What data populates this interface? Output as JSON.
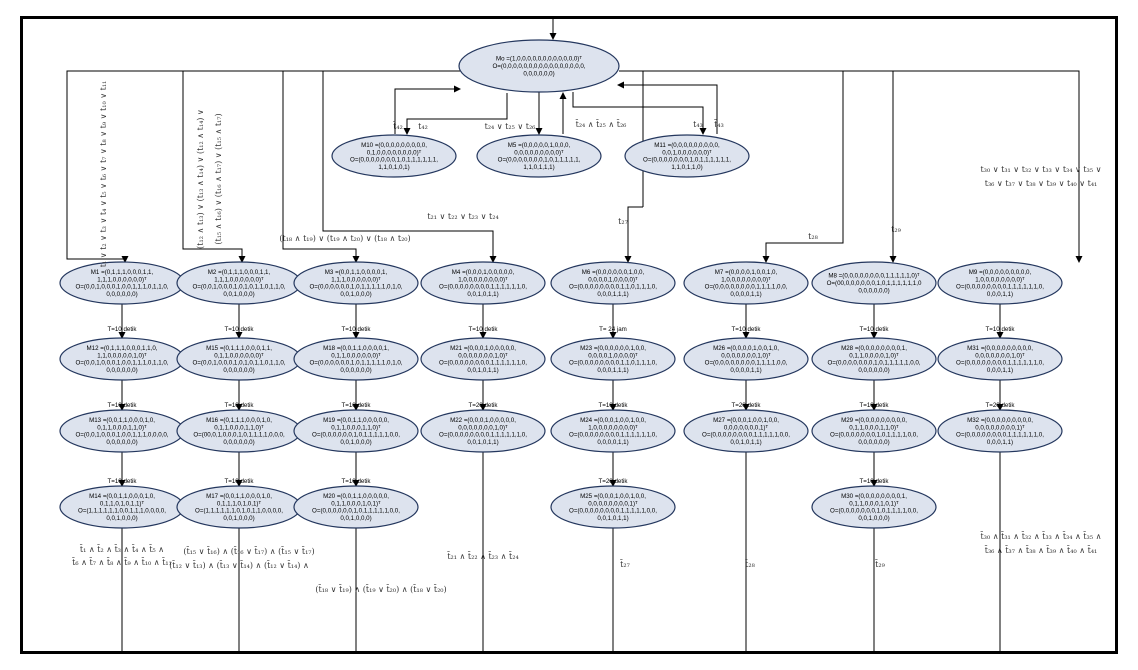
{
  "nodes": [
    {
      "id": "Mo",
      "lines": [
        "Mo =(1,0,0,0,0,0,0,0,0,0,0,0,0)ᵀ",
        "O=(0,0,0,0,0,0,0,0,0,0,0,0,0,0,0,0,",
        "0,0,0,0,0,0)"
      ]
    },
    {
      "id": "M10",
      "lines": [
        "M10 =(0,0,0,0,0,0,0,0,0,",
        "0,1,0,0,0,0,0,0,0,0)ᵀ",
        "O=(0,0,0,0,0,0,0,1,0,1,1,1,1,1,1,",
        "1,1,0,1,0,1)"
      ]
    },
    {
      "id": "M5",
      "lines": [
        "M5 =(0,0,0,0,0,1,0,0,0,",
        "0,0,0,0,0,0,0,0,0)ᵀ",
        "O=(0,0,0,0,0,0,0,1,0,1,1,1,1,1,",
        "1,1,0,1,1,1)"
      ]
    },
    {
      "id": "M11",
      "lines": [
        "M11 =(0,0,0,0,0,0,0,0,0,",
        "0,0,1,0,0,0,0,0,0)ᵀ",
        "O=(0,0,0,0,0,0,0,1,0,1,1,1,1,1,1,",
        "1,1,0,1,1,0)"
      ]
    },
    {
      "id": "M1",
      "lines": [
        "M1 =(0,1,1,1,0,0,0,1,1,",
        "1,1,1,0,0,0,0,0,0)ᵀ",
        "O=(0,0,1,0,0,0,1,0,0,1,1,1,0,1,1,0,",
        "0,0,0,0,0,0)"
      ]
    },
    {
      "id": "M2",
      "lines": [
        "M2 =(0,1,1,1,0,0,0,1,1,",
        "1,1,1,0,0,0,0,0,0)ᵀ",
        "O=(0,0,1,0,0,0,1,0,1,0,1,1,0,1,1,0,",
        "0,0,1,0,0,0)"
      ]
    },
    {
      "id": "M3",
      "lines": [
        "M3 =(0,0,1,1,0,0,0,0,1,",
        "1,1,1,0,0,0,0,0,0)ᵀ",
        "O=(0,0,0,0,0,0,1,0,1,1,1,1,1,0,1,0,",
        "0,0,1,0,0,0)"
      ]
    },
    {
      "id": "M4",
      "lines": [
        "M4 =(0,0,0,1,0,0,0,0,0,",
        "1,0,0,0,0,0,0,0,0)ᵀ",
        "O=(0,0,0,0,0,0,0,0,1,1,1,1,1,1,0,",
        "0,0,1,0,1,1)"
      ]
    },
    {
      "id": "M6",
      "lines": [
        "M6 =(0,0,0,0,0,0,1,0,0,",
        "0,0,0,0,1,0,0,0,0)ᵀ",
        "O=(0,0,0,0,0,0,0,0,1,1,0,1,1,1,0,",
        "0,0,0,1,1,1)"
      ]
    },
    {
      "id": "M7",
      "lines": [
        "M7 =(0,0,0,0,1,0,0,1,0,",
        "1,0,0,0,0,0,0,0,0)ᵀ",
        "O=(0,0,0,0,0,0,0,0,1,1,1,1,0,0,",
        "0,0,0,0,1,1)"
      ]
    },
    {
      "id": "M8",
      "lines": [
        "M8 =(0,0,0,0,0,0,0,0,1,1,1,1,1,0)ᵀ",
        "O=(00,0,0,0,0,0,0,1,0,1,1,1,1,1,1,0",
        "0,0,0,0,0,0)"
      ]
    },
    {
      "id": "M9",
      "lines": [
        "M9 =(0,0,0,0,0,0,0,0,0,",
        "1,0,0,0,0,0,0,0,0)ᵀ",
        "O=(0,0,0,0,0,0,0,0,1,1,1,1,1,1,0,",
        "0,0,0,1,1)"
      ]
    },
    {
      "id": "M12",
      "lines": [
        "M12 =(0,1,1,1,0,0,0,1,1,0,",
        "1,1,0,0,0,0,0,1,0)ᵀ",
        "O=(0,0,1,0,0,0,1,0,0,1,1,1,0,1,1,0,",
        "0,0,0,0,0,0)"
      ]
    },
    {
      "id": "M15",
      "lines": [
        "M15 =(0,1,1,1,0,0,0,1,1,",
        "0,1,1,0,0,0,0,0,0)ᵀ",
        "O=(0,0,1,0,0,0,1,0,1,0,1,1,0,1,1,0,",
        "0,0,0,0,0,0)"
      ]
    },
    {
      "id": "M18",
      "lines": [
        "M18 =(0,0,1,1,0,0,0,0,1,",
        "0,1,1,0,0,0,0,0,0)ᵀ",
        "O=(0,0,0,0,0,0,1,0,1,1,1,1,1,0,1,0,",
        "0,0,0,0,0,0)"
      ]
    },
    {
      "id": "M21",
      "lines": [
        "M21 =(0,0,0,1,0,0,0,0,0,",
        "0,0,0,0,0,0,0,1,0)ᵀ",
        "O=(0,0,0,0,0,0,0,0,1,1,1,1,1,1,0,",
        "0,0,1,0,1,1)"
      ]
    },
    {
      "id": "M23",
      "lines": [
        "M23 =(0,0,0,0,0,0,1,0,0,",
        "0,0,0,0,1,0,0,0,0)ᵀ",
        "O=(0,0,0,0,0,0,0,0,1,1,0,1,1,1,0,",
        "0,0,0,1,1,1)"
      ]
    },
    {
      "id": "M26",
      "lines": [
        "M26 =(0,0,0,0,1,0,0,1,0,",
        "0,0,0,0,0,0,0,1,0)ᵀ",
        "O=(0,0,0,0,0,0,0,0,1,1,1,1,0,0,",
        "0,0,0,0,1,1)"
      ]
    },
    {
      "id": "M28",
      "lines": [
        "M28 =(0,0,0,0,0,0,0,0,1,",
        "0,1,1,0,0,0,0,1,0)ᵀ",
        "O=(0,0,0,0,0,0,0,1,0,1,1,1,1,1,0,0,",
        "0,0,0,0,0,0)"
      ]
    },
    {
      "id": "M31",
      "lines": [
        "M31 =(0,0,0,0,0,0,0,0,0,",
        "0,0,0,0,0,0,0,1,0)ᵀ",
        "O=(0,0,0,0,0,0,0,0,1,1,1,1,1,1,0,",
        "0,0,0,1,1)"
      ]
    },
    {
      "id": "M13",
      "lines": [
        "M13 =(0,0,1,1,0,0,0,1,0,",
        "0,1,1,0,0,0,1,1,0)ᵀ",
        "O=(0,0,1,0,0,0,1,0,0,1,1,1,0,0,0,0,",
        "0,0,0,0,0,0)"
      ]
    },
    {
      "id": "M16",
      "lines": [
        "M16 =(0,1,1,1,0,0,0,1,0,",
        "0,1,1,0,0,0,1,1,0)ᵀ",
        "O=(00,0,1,0,0,0,1,0,1,1,1,1,0,0,0,",
        "0,0,0,0,0,0)"
      ]
    },
    {
      "id": "M19",
      "lines": [
        "M19 =(0,0,1,1,0,0,0,0,0,",
        "0,1,1,0,0,0,1,1,0)ᵀ",
        "O=(0,0,0,0,0,0,1,0,1,1,1,1,1,0,0,",
        "0,0,1,0,0,0)"
      ]
    },
    {
      "id": "M22",
      "lines": [
        "M22 =(0,0,0,1,0,0,0,0,0,",
        "0,0,0,0,0,0,0,1,0)ᵀ",
        "O=(0,0,0,0,0,0,0,0,1,1,1,1,1,1,0,",
        "0,0,1,0,1,1)"
      ]
    },
    {
      "id": "M24",
      "lines": [
        "M24 =(0,0,0,1,0,0,1,0,0,",
        "1,0,0,0,0,0,0,0,0)ᵀ",
        "O=(0,0,0,0,0,0,0,0,1,1,1,1,1,1,0,",
        "0,0,0,0,1,1)"
      ]
    },
    {
      "id": "M27",
      "lines": [
        "M27 =(0,0,0,1,0,0,1,0,0,",
        "0,0,0,0,0,0,0,1)ᵀ",
        "O=(0,0,0,0,0,0,0,0,1,1,1,1,1,0,0,",
        "0,0,1,0,1,1)"
      ]
    },
    {
      "id": "M29",
      "lines": [
        "M29 =(0,0,0,0,0,0,0,0,0,",
        "0,1,1,0,0,0,1,1,0)ᵀ",
        "O=(0,0,0,0,0,0,0,1,0,1,1,1,1,0,0,",
        "0,0,0,0,0,0)"
      ]
    },
    {
      "id": "M32",
      "lines": [
        "M32 =(0,0,0,0,0,0,0,0,0,",
        "0,0,0,0,0,0,0,0,1)ᵀ",
        "O=(0,0,0,0,0,0,0,0,1,1,1,1,1,1,0,",
        "0,0,0,1,1)"
      ]
    },
    {
      "id": "M14",
      "lines": [
        "M14 =(0,0,1,1,0,0,0,1,0,",
        "0,1,1,0,1,0,1,1)ᵀ",
        "O=(1,1,1,1,1,1,0,0,1,1,1,0,0,0,0,",
        "0,0,1,0,0,0)"
      ]
    },
    {
      "id": "M17",
      "lines": [
        "M17 =(0,0,1,1,0,0,0,1,0,",
        "0,1,1,1,0,1,0,1)ᵀ",
        "O=(1,1,1,1,1,1,0,1,0,1,1,0,0,0,0,",
        "0,0,1,0,0,0)"
      ]
    },
    {
      "id": "M20",
      "lines": [
        "M20 =(0,0,1,1,0,0,0,0,0,",
        "0,1,1,0,0,0,1,0,1)ᵀ",
        "O=(0,0,0,0,0,0,1,0,1,1,1,1,1,0,0,",
        "0,0,1,0,0,0)"
      ]
    },
    {
      "id": "M25",
      "lines": [
        "M25 =(0,0,0,1,0,0,1,0,0,",
        "0,0,0,0,0,0,0,0,1)ᵀ",
        "O=(0,0,0,0,0,0,0,0,1,1,1,1,1,0,0,",
        "0,0,1,0,1,1)"
      ]
    },
    {
      "id": "M30",
      "lines": [
        "M30 =(0,0,0,0,0,0,0,0,1,",
        "0,1,1,0,0,0,1,0,1)ᵀ",
        "O=(0,0,0,0,0,0,0,1,0,1,1,1,1,0,0,",
        "0,0,1,0,0,0)"
      ]
    }
  ],
  "timers": [
    {
      "id": "t1",
      "text": "T=10 detik"
    },
    {
      "id": "t2",
      "text": "T=10 detik"
    },
    {
      "id": "t3",
      "text": "T=10 detik"
    },
    {
      "id": "t4",
      "text": "T=10 detik"
    },
    {
      "id": "t5",
      "text": "T= 24 jam"
    },
    {
      "id": "t6",
      "text": "T=10 detik"
    },
    {
      "id": "t7",
      "text": "T=10 detik"
    },
    {
      "id": "t8",
      "text": "T=10 detik"
    },
    {
      "id": "t9",
      "text": "T=10 detik"
    },
    {
      "id": "t10",
      "text": "T=10 detik"
    },
    {
      "id": "t11",
      "text": "T=10 detik"
    },
    {
      "id": "t12",
      "text": "T=20 detik"
    },
    {
      "id": "t13",
      "text": "T=10 detik"
    },
    {
      "id": "t14",
      "text": "T=20 detik"
    },
    {
      "id": "t15",
      "text": "T=10 detik"
    },
    {
      "id": "t16",
      "text": "T=20 detik"
    },
    {
      "id": "t17",
      "text": "T=10 detik"
    },
    {
      "id": "t18",
      "text": "T=10 detik"
    },
    {
      "id": "t19",
      "text": "T=10 detik"
    },
    {
      "id": "t20",
      "text": "T=20 detik"
    },
    {
      "id": "t21",
      "text": "T=10 detik"
    }
  ],
  "conditions": [
    {
      "id": "c_i42b",
      "text": "t̄₄₂"
    },
    {
      "id": "c_i42",
      "text": "t₄₂"
    },
    {
      "id": "c_M5in",
      "text": "t₂₄ ∨ t₂₅ ∨ t₂₆"
    },
    {
      "id": "c_M5out",
      "text": "t̄₂₄ ∧ t̄₂₅ ∧ t̄₂₆"
    },
    {
      "id": "c_i43",
      "text": "t₄₃"
    },
    {
      "id": "c_i43b",
      "text": "t̄₄₃"
    },
    {
      "id": "c_M1",
      "text": "t₁ ∨ t₂ ∨ t₃ ∨ t₄ ∨ t₅ ∨ t₆ ∨ t₇ ∨ t₈ ∨ t₉ ∨ t₁₀ ∨ t₁₁"
    },
    {
      "id": "c_M2a",
      "text": "(t₁₂ ∧ t₁₃) ∨ (t₁₃ ∧ t₁₄) ∨ (t₁₂ ∧ t₁₄) ∨"
    },
    {
      "id": "c_M2b",
      "text": "(t₁₅ ∧ t₁₆) ∨ (t₁₆ ∧ t₁₇) ∨ (t₁₅ ∧ t₁₇)"
    },
    {
      "id": "c_M3",
      "text": "(t₁₈ ∧ t₁₉) ∨ (t₁₉ ∧ t₂₀) ∨ (t₁₈ ∧ t₂₀)"
    },
    {
      "id": "c_M4",
      "text": "t₂₁ ∨ t₂₂ ∨ t₂₃ ∨ t₂₄"
    },
    {
      "id": "c_M6",
      "text": "t₂₇"
    },
    {
      "id": "c_M7",
      "text": "t₂₈"
    },
    {
      "id": "c_M8",
      "text": "t₂₉"
    },
    {
      "id": "c_M9a",
      "text": "t₃₀ ∨ t₃₁ ∨ t₃₂ ∨ t₃₃ ∨ t₃₄ ∨ t₃₅ ∨"
    },
    {
      "id": "c_M9b",
      "text": "t₃₆ ∨ t₃₇ ∨ t₃₈ ∨ t₃₉ ∨ t₄₀ ∨ t₄₁"
    },
    {
      "id": "c_M14a",
      "text": "t̄₁ ∧ t̄₂ ∧ t̄₃ ∧ t̄₄ ∧ t̄₅ ∧"
    },
    {
      "id": "c_M14b",
      "text": "t̄₆ ∧ t̄₇ ∧ t̄₈ ∧ t̄₉ ∧ t̄₁₀ ∧ t̄₁₁"
    },
    {
      "id": "c_M17a",
      "text": "(t̄₁₅ ∨ t̄₁₆) ∧ (t̄₁₆ ∨ t̄₁₇) ∧ (t̄₁₅ ∨ t̄₁₇)"
    },
    {
      "id": "c_M17b",
      "text": "(t̄₁₂ ∨ t̄₁₃) ∧ (t̄₁₃ ∨ t̄₁₄) ∧ (t̄₁₂ ∨ t̄₁₄) ∧"
    },
    {
      "id": "c_M20",
      "text": "(t̄₁₈ ∨ t̄₁₉) ∧ (t̄₁₉ ∨ t̄₂₀) ∧ (t̄₁₈ ∨ t̄₂₀)"
    },
    {
      "id": "c_M22",
      "text": "t̄₂₁ ∧ t̄₂₂ ∧ t̄₂₃ ∧ t̄₂₄"
    },
    {
      "id": "c_M25",
      "text": "t̄₂₇"
    },
    {
      "id": "c_M27",
      "text": "t̄₂₈"
    },
    {
      "id": "c_M30",
      "text": "t̄₂₉"
    },
    {
      "id": "c_M32a",
      "text": "t̄₃₀ ∧ t̄₃₁ ∧ t̄₃₂ ∧ t̄₃₃ ∧ t̄₃₄ ∧ t̄₃₅ ∧"
    },
    {
      "id": "c_M32b",
      "text": "t̄₃₆ ∧ t̄₃₇ ∧ t̄₃₈ ∧ t̄₃₉ ∧ t̄₄₀ ∧ t̄₄₁"
    }
  ]
}
